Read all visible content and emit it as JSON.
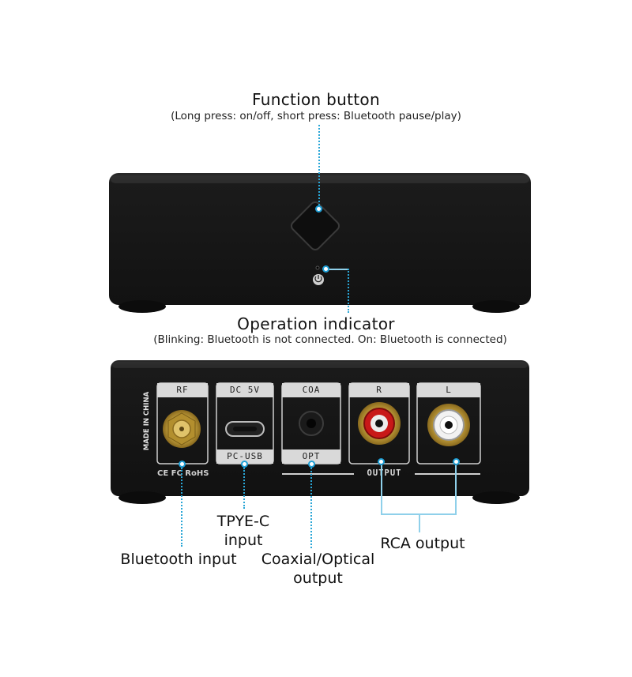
{
  "front_panel": {
    "title": "Function button",
    "subtitle": "(Long press: on/off, short press: Bluetooth pause/play)",
    "indicator_title": "Operation indicator",
    "indicator_subtitle": "(Blinking: Bluetooth is not connected. On: Bluetooth is connected)"
  },
  "rear_panel": {
    "port_labels": {
      "rf": "RF",
      "dc5v": "DC 5V",
      "coa": "COA",
      "r": "R",
      "l": "L",
      "pcusb": "PC-USB",
      "opt": "OPT",
      "output": "OUTPUT"
    },
    "made_in": "MADE IN CHINA",
    "certs": "CE FC RoHS"
  },
  "callouts": {
    "bluetooth_input": "Bluetooth input",
    "type_c_line1": "TPYE-C",
    "type_c_line2": "input",
    "coax_line1": "Coaxial/Optical",
    "coax_line2": "output",
    "rca_output": "RCA output"
  },
  "colors": {
    "accent": "#1e9fd6",
    "device_body": "#151515",
    "gold": "#c9a640",
    "rca_red": "#c81818"
  }
}
